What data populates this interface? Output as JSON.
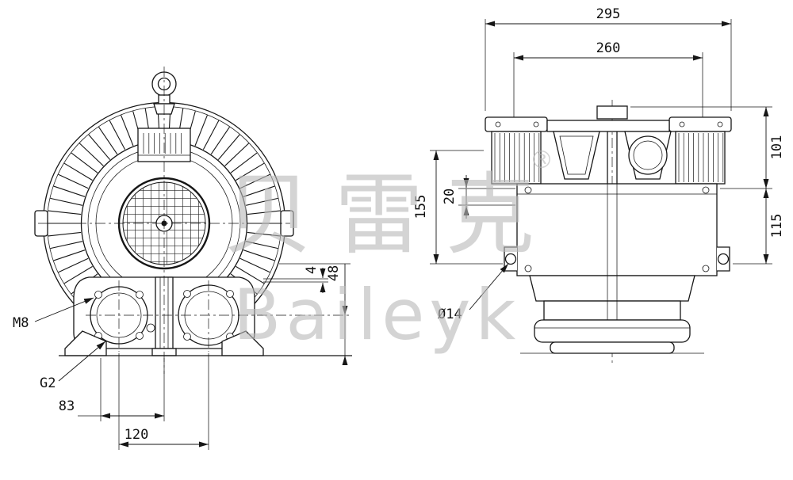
{
  "watermark": {
    "cjk": "贝雷克",
    "registered": "®",
    "latin": "Baileyk"
  },
  "front_view_dims": {
    "m8": "M8",
    "g2": "G2",
    "d83": "83",
    "d120": "120",
    "d4": "4",
    "d48": "48"
  },
  "side_view_dims": {
    "d295": "295",
    "d260": "260",
    "d101": "101",
    "d115": "115",
    "d155": "155",
    "d20": "20",
    "dia14": "Ø14"
  }
}
